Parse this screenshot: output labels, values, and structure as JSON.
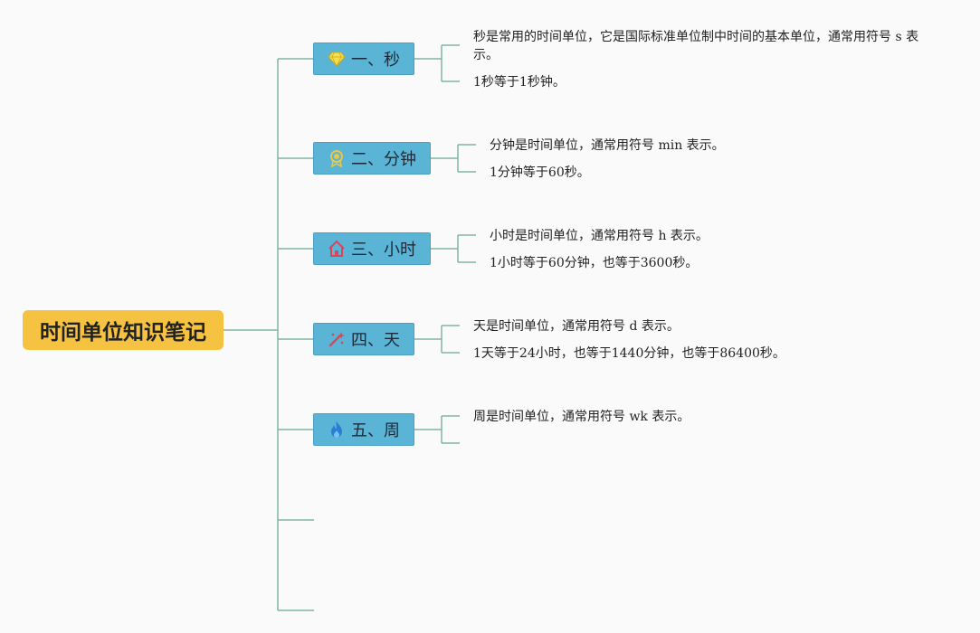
{
  "root": {
    "title": "时间单位知识笔记"
  },
  "branches": [
    {
      "label": "一、秒",
      "icon": "diamond-icon",
      "color": "#f4e04d",
      "notes": [
        "秒是常用的时间单位，它是国际标准单位制中时间的基本单位，通常用符号 s 表示。",
        "1秒等于1秒钟。"
      ]
    },
    {
      "label": "二、分钟",
      "icon": "award-medal-icon",
      "color": "#e8c84a",
      "notes": [
        "分钟是时间单位，通常用符号 min 表示。",
        "1分钟等于60秒。"
      ]
    },
    {
      "label": "三、小时",
      "icon": "home-icon",
      "color": "#d9465a",
      "notes": [
        "小时是时间单位，通常用符号 h 表示。",
        "1小时等于60分钟，也等于3600秒。"
      ]
    },
    {
      "label": "四、天",
      "icon": "magic-wand-icon",
      "color": "#d9465a",
      "notes": [
        "天是时间单位，通常用符号 d 表示。",
        "1天等于24小时，也等于1440分钟，也等于86400秒。"
      ]
    },
    {
      "label": "五、周",
      "icon": "flame-icon",
      "color": "#2a7fd4",
      "notes": [
        "周是时间单位，通常用符号 wk 表示。"
      ]
    }
  ],
  "colors": {
    "root": "#f6c241",
    "branch": "#5ab4d6",
    "connector": "#7fb6a3"
  }
}
